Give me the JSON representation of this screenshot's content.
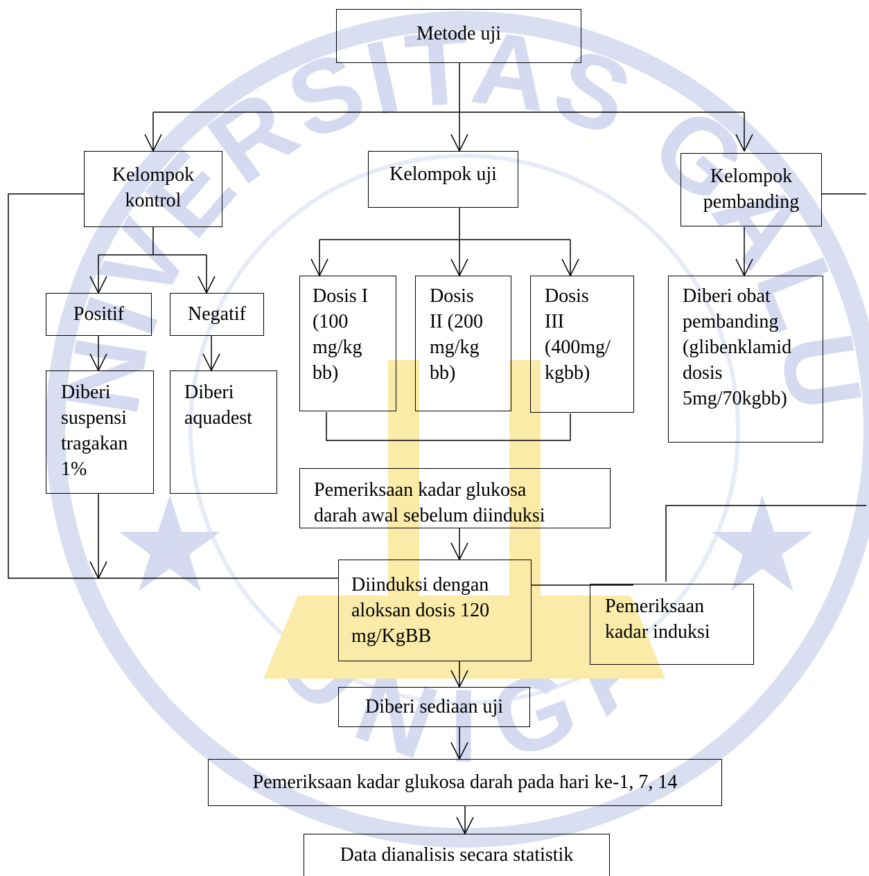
{
  "watermark": {
    "text_top": "UNIVERSITAS GALUH",
    "text_bottom": "U N I G A",
    "ring_color": "#D5DAF0",
    "accent_color": "#FBEBA8"
  },
  "nodes": {
    "metode_uji": "Metode uji",
    "kelompok_kontrol": [
      "Kelompok",
      "kontrol"
    ],
    "kelompok_uji": "Kelompok uji",
    "kelompok_pembanding": [
      "Kelompok",
      "pembanding"
    ],
    "positif": "Positif",
    "negatif": "Negatif",
    "diberi_suspensi": [
      "Diberi",
      "suspensi",
      "tragakan",
      "1%"
    ],
    "diberi_aquadest": [
      "Diberi",
      "aquadest"
    ],
    "dosis_1": [
      "Dosis I",
      "(100",
      "mg/kg",
      "bb)"
    ],
    "dosis_2": [
      "Dosis",
      "II (200",
      "mg/kg",
      "bb)"
    ],
    "dosis_3": [
      "Dosis",
      "III",
      "(400mg/",
      "kgbb)"
    ],
    "diberi_obat_pembanding": [
      "Diberi obat",
      "pembanding",
      "(glibenklamid",
      "dosis",
      "5mg/70kgbb)"
    ],
    "pemeriksaan_awal": [
      "Pemeriksaan kadar glukosa",
      "darah awal sebelum diinduksi"
    ],
    "diinduksi_aloksan": [
      "Diinduksi dengan",
      "aloksan dosis 120",
      "mg/KgBB"
    ],
    "pemeriksaan_kadar_induksi": [
      "Pemeriksaan",
      "kadar induksi"
    ],
    "diberi_sediaan_uji": "Diberi sediaan uji",
    "pemeriksaan_harian": "Pemeriksaan kadar glukosa darah pada hari ke-1, 7, 14",
    "data_dianalisis": "Data dianalisis secara statistik"
  }
}
